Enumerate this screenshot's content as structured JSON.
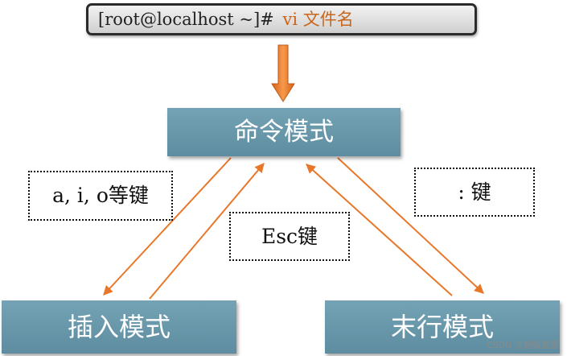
{
  "terminal": {
    "prompt": "[root@localhost ~]#",
    "command": "vi 文件名"
  },
  "modes": {
    "command": "命令模式",
    "insert": "插入模式",
    "last_line": "末行模式"
  },
  "keys": {
    "to_insert": "a, i, o等键",
    "to_command": "Esc键",
    "to_last_line": ":  键"
  },
  "watermark": "CSDN @想做富婆",
  "colors": {
    "arrow": "#e8772a",
    "mode_box": "#6a98ab",
    "terminal_command": "#c9651b"
  }
}
